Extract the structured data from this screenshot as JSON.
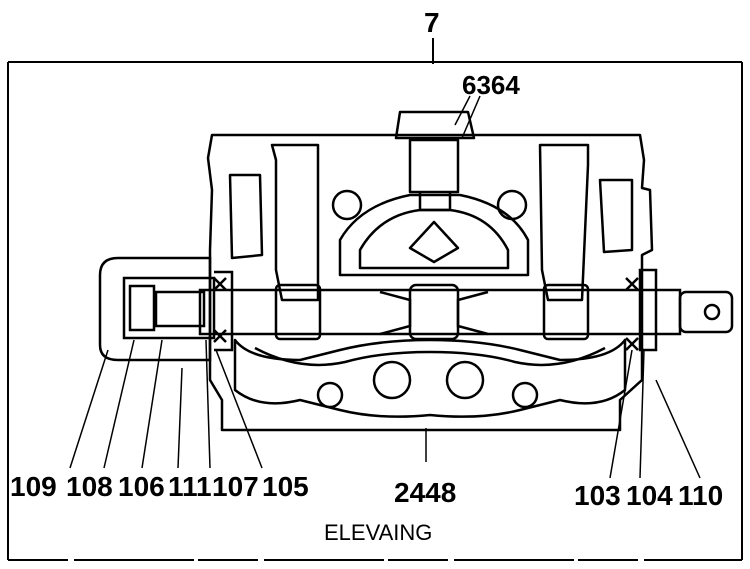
{
  "diagram": {
    "caption": "ELEVAING",
    "assembly_number": "7",
    "parts": {
      "p6364": "6364",
      "p109": "109",
      "p108": "108",
      "p106": "106",
      "p111": "111",
      "p107": "107",
      "p105": "105",
      "p2448": "2448",
      "p103": "103",
      "p104": "104",
      "p110": "110"
    }
  }
}
